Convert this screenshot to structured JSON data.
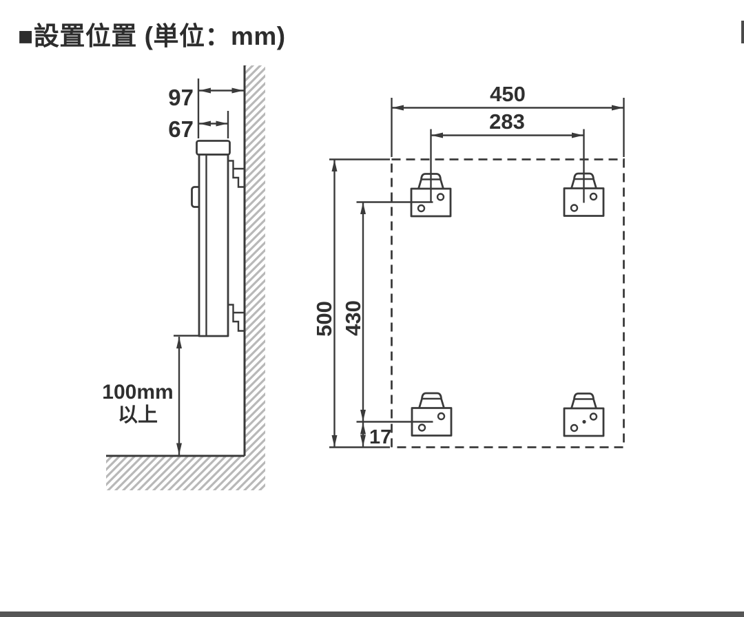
{
  "header": {
    "title": "■設置位置 (単位：mm)"
  },
  "side_view": {
    "depth_total": "97",
    "depth_body": "67",
    "floor_clearance": "100mm",
    "floor_clearance_suffix": "以上"
  },
  "front_view": {
    "overall_width": "450",
    "bolt_pitch_width": "283",
    "overall_height": "500",
    "bolt_pitch_height": "430",
    "bottom_offset": "17"
  },
  "colors": {
    "line": "#3a3a3a",
    "text": "#2f2f2f",
    "hatch": "#b8b8b8",
    "divider_bar": "#565656"
  }
}
